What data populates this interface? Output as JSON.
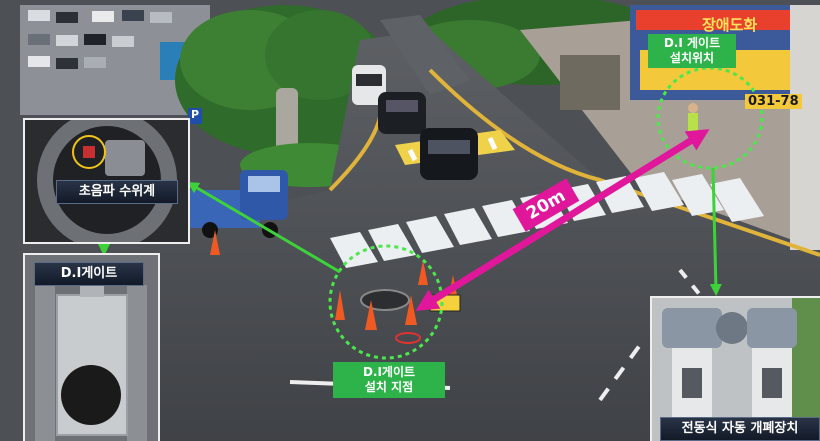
{
  "labels": {
    "gate_location": {
      "line1": "D.I 게이트",
      "line2": "설치위치"
    },
    "gate_point": {
      "line1": "D.I게이트",
      "line2": "설치 지점"
    },
    "distance": "20m",
    "ultrasonic_gauge": "초음파 수위계",
    "di_gate": "D.I게이트",
    "electric_opener": "전동식 자동 개폐장치"
  },
  "signs": {
    "store_phone": "031-78",
    "billboard_top": "장애도화",
    "parking": "P"
  },
  "colors": {
    "label_green": "#2db34a",
    "arrow_green": "#3ed23a",
    "arrow_magenta": "#e0179b",
    "circle_green": "#4be84b"
  }
}
